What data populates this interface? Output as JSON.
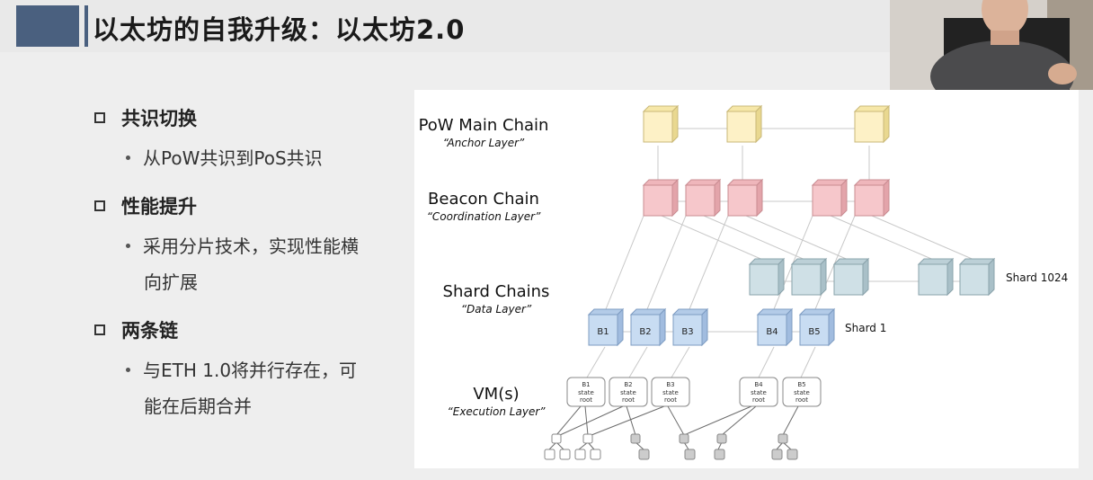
{
  "slide": {
    "title": "以太坊的自我升级：以太坊2.0"
  },
  "bullets": [
    {
      "heading": "共识切换",
      "items": [
        "从PoW共识到PoS共识"
      ]
    },
    {
      "heading": "性能提升",
      "items": [
        "采用分片技术，实现性能横",
        "向扩展"
      ]
    },
    {
      "heading": "两条链",
      "items": [
        "与ETH 1.0将并行存在，可",
        "能在后期合并"
      ]
    }
  ],
  "diagram": {
    "layers": [
      {
        "name": "PoW Main Chain",
        "subtitle": "“Anchor Layer”"
      },
      {
        "name": "Beacon Chain",
        "subtitle": "“Coordination Layer”"
      },
      {
        "name": "Shard Chains",
        "subtitle": "“Data Layer”"
      },
      {
        "name": "VM(s)",
        "subtitle": "“Execution Layer”"
      }
    ],
    "shard_labels": {
      "top": "Shard 1024",
      "bottom": "Shard 1"
    },
    "blocks": [
      "B1",
      "B2",
      "B3",
      "B4",
      "B5"
    ],
    "state_roots": [
      {
        "id": "B1",
        "l1": "state",
        "l2": "root"
      },
      {
        "id": "B2",
        "l1": "state",
        "l2": "root"
      },
      {
        "id": "B3",
        "l1": "state",
        "l2": "root"
      },
      {
        "id": "B4",
        "l1": "state",
        "l2": "root"
      },
      {
        "id": "B5",
        "l1": "state",
        "l2": "root"
      }
    ],
    "colors": {
      "pow": "#fdf1c6",
      "beacon": "#f6c7cb",
      "shard": "#cfe0e6",
      "data": "#c8dcf2"
    }
  }
}
